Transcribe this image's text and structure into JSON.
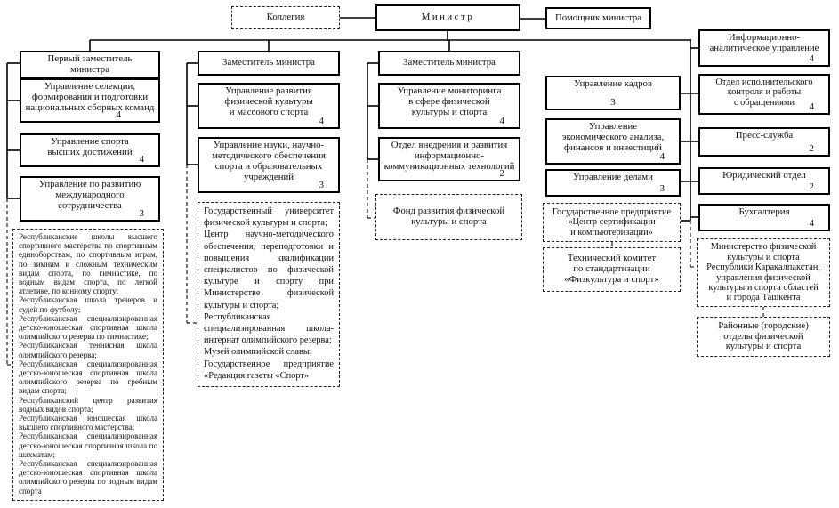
{
  "nodes": {
    "kollegiya": {
      "label": "Коллегия"
    },
    "ministr": {
      "label": "Министр"
    },
    "pomoshchnik_ministra": {
      "label": "Помощник министра"
    },
    "pervyi_zamestitel": {
      "label": "Первый заместитель\nминистра"
    },
    "upr_selektsii": {
      "label": "Управление селекции,\nформирования и подготовки\nнациональных сборных команд",
      "count": "4"
    },
    "upr_sporta_vysshikh": {
      "label": "Управление спорта\nвысших достижений",
      "count": "4"
    },
    "upr_mezhdunarodnogo": {
      "label": "Управление по развитию\nмеждународного\nсотрудничества",
      "count": "3"
    },
    "zamestitel_2": {
      "label": "Заместитель министра"
    },
    "upr_razvitiya_fk": {
      "label": "Управление развития\nфизической культуры\nи массового спорта",
      "count": "4"
    },
    "upr_nauki": {
      "label": "Управление науки, научно-\nметодического обеспечения\nспорта и образовательных\nучреждений",
      "count": "3"
    },
    "zamestitel_3": {
      "label": "Заместитель министра"
    },
    "upr_monitoringa": {
      "label": "Управление мониторинга\nв сфере физической\nкультуры и спорта",
      "count": "4"
    },
    "otdel_vnedreniya": {
      "label": "Отдел внедрения и развития\nинформационно-\nкоммуникационных технологий",
      "count": "2"
    },
    "fond_razvitiya": {
      "label": "Фонд развития физической\nкультуры и спорта"
    },
    "upr_kadrov": {
      "label": "Управление кадров",
      "count": "3"
    },
    "upr_ekonom_analiza": {
      "label": "Управление\nэкономического анализа,\nфинансов и инвестиций",
      "count": "4"
    },
    "upr_delami": {
      "label": "Управление делами",
      "count": "3"
    },
    "gp_tsentr_sertifikatsii": {
      "label": "Государственное предприятие\n«Центр сертификации\nи компьютеризации»"
    },
    "tekh_komitet": {
      "label": "Технический комитет\nпо стандартизации\n«Физкультура и спорт»"
    },
    "info_analit_upr": {
      "label": "Информационно-\nаналитическое управление",
      "count": "4"
    },
    "otdel_isp_kontrolya": {
      "label": "Отдел исполнительского\nконтроля и работы\nс обращениями",
      "count": "4"
    },
    "press_sluzhba": {
      "label": "Пресс-служба",
      "count": "2"
    },
    "yuridicheskii_otdel": {
      "label": "Юридический отдел",
      "count": "2"
    },
    "bukhgalteriya": {
      "label": "Бухгалтерия",
      "count": "4"
    },
    "min_fk_regiony": {
      "label": "Министерство физической\nкультуры и спорта\nРеспублики Каракалпакстан,\nуправления физической\nкультуры и спорта областей\nи города Ташкента"
    },
    "raionnye_otdely": {
      "label": "Районные (городские)\nотделы физической\nкультуры и спорта"
    },
    "resp_shkoly_list": {
      "items": [
        "Республиканские школы высшего спортивного мастерства по спортивным единоборствам, по спортивным играм, по зимним и сложным техническим видам спорта, по гимнастике, по водным видам спорта, по легкой атлетике, по конному спорту;",
        "Республиканская школа тренеров и судей по футболу;",
        "Республиканская специализированная детско-юношеская спортивная школа олимпийского резерва по гимнастике;",
        "Республиканская теннисная школа олимпийского резерва;",
        "Республиканская специализированная детско-юношеская спортивная школа олимпийского резерва по гребным видам спорта;",
        "Республиканский центр развития водных видов спорта;",
        "Республиканская юношеская школа высшего спортивного мастерства;",
        "Республиканская специализированная детско-юношеская спортивная школа по шахматам;",
        "Республиканская специализированная детско-юношеская спортивная школа олимпийского резерва по водным видам спорта"
      ]
    },
    "gos_uchrezhdeniya_list": {
      "items": [
        "Государственный университет физической культуры и спорта;",
        "Центр научно-методического обеспечения, переподготовки и повышения квалификации специалистов по физической культуре и спорту при Министерстве физической культуры и спорта;",
        "Республиканская специализированная школа-интернат олимпийского резерва;",
        "Музей олимпийской славы;",
        "Государственное предприятие «Редакция газеты «Спорт»"
      ]
    }
  }
}
